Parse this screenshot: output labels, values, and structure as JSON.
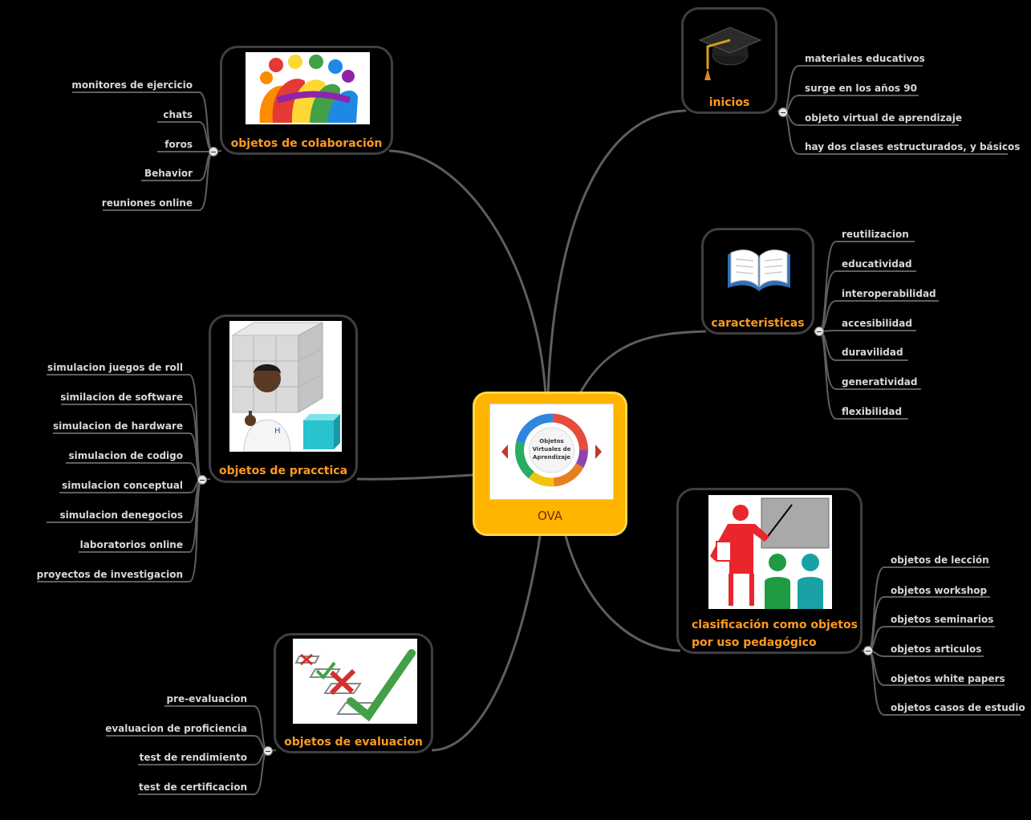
{
  "center": {
    "label": "OVA",
    "image_text": [
      "Objetos",
      "Virtuales de",
      "Aprendizaje"
    ]
  },
  "branches": {
    "inicios": {
      "title": "inicios",
      "items": [
        "materiales educativos",
        "surge en los años 90",
        "objeto virtual de aprendizaje",
        "hay dos clases estructurados, y básicos"
      ]
    },
    "caracteristicas": {
      "title": "caracteristicas",
      "items": [
        "reutilizacion",
        "educatividad",
        "interoperabilidad",
        "accesibilidad",
        "duravilidad",
        "generatividad",
        "flexibilidad"
      ]
    },
    "clasificacion": {
      "title_line1": "clasificación como objetos",
      "title_line2": "por uso pedagógico",
      "items": [
        "objetos de lección",
        "objetos workshop",
        "objetos seminarios",
        "objetos articulos",
        "objetos white papers",
        "objetos casos de estudio"
      ]
    },
    "colaboracion": {
      "title": "objetos de colaboración",
      "items": [
        "monitores de ejercicio",
        "chats",
        "foros",
        "Behavior",
        "reuniones online"
      ]
    },
    "practica": {
      "title": "objetos de pracctica",
      "items": [
        "simulacion juegos de roll",
        "similacion de software",
        "simulacion de hardware",
        "simulacion de codigo",
        "simulacion conceptual",
        "simulacion denegocios",
        "laboratorios online",
        "proyectos de investigacion"
      ]
    },
    "evaluacion": {
      "title": "objetos de evaluacion",
      "items": [
        "pre-evaluacion",
        "evaluacion de proficiencia",
        "test de rendimiento",
        "test de certificacion"
      ]
    }
  },
  "colors": {
    "background": "#000000",
    "line": "#5e5e5e",
    "title": "#ff9a1f",
    "center_fill": "#ffb400",
    "leaf_text": "#d8d8d8"
  }
}
